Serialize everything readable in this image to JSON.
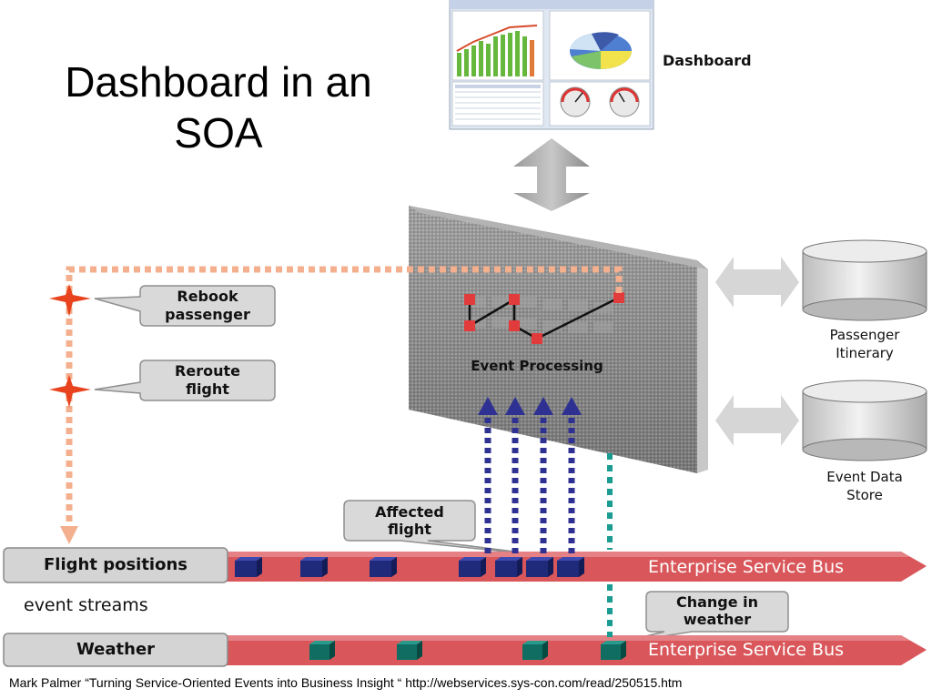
{
  "title_line1": "Dashboard in an",
  "title_line2": "SOA",
  "dashboard_label": "Dashboard",
  "event_processing_label": "Event Processing",
  "callouts": {
    "rebook": [
      "Rebook",
      "passenger"
    ],
    "reroute": [
      "Reroute",
      "flight"
    ],
    "affected": [
      "Affected",
      "flight"
    ],
    "weather_change": [
      "Change in",
      "weather"
    ]
  },
  "stores": {
    "passenger": [
      "Passenger",
      "Itinerary"
    ],
    "event_data": [
      "Event Data",
      "Store"
    ]
  },
  "streams": {
    "flight_positions": "Flight positions",
    "weather": "Weather",
    "event_streams": "event streams",
    "esb_label_top": "Enterprise Service Bus",
    "esb_label_bottom": "Enterprise Service Bus"
  },
  "credit": "Mark Palmer  “Turning Service-Oriented Events into Business Insight “ http://webservices.sys-con.com/read/250515.htm",
  "colors": {
    "bus": "#d9575b",
    "flight_cube": "#1f2a7a",
    "weather_cube": "#0f6d62",
    "arrow_blue": "#2e3192",
    "dotted_salmon": "#f4b08e",
    "teal_dots": "#1a9c92",
    "star": "#e8431e"
  }
}
